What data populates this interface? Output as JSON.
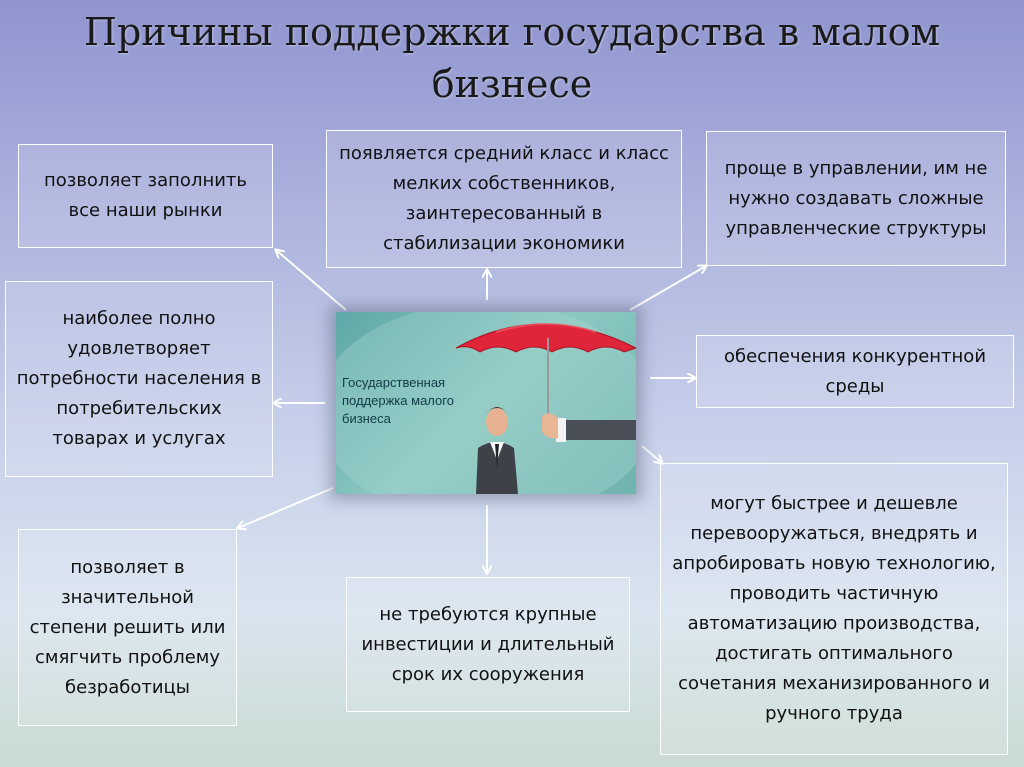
{
  "title": "Причины поддержки государства в малом бизнесе",
  "center_image": {
    "caption": "Государственная поддержка малого бизнеса",
    "umbrella_color": "#e0243a"
  },
  "boxes": {
    "fill_markets": "позволяет заполнить все наши рынки",
    "middle_class": "появляется средний класс и класс мелких собственников, заинтересованный в стабилизации экономики",
    "easier_management": "проще в управлении, им не нужно создавать сложные управленческие структуры",
    "meets_needs": "наиболее полно удовлетворяет потребности населения в потребительских товарах и услугах",
    "competition": "обеспечения конкурентной среды",
    "unemployment": "позволяет в значительной степени решить или смягчить проблему безработицы",
    "no_investment": "не требуются крупные инвестиции и длительный срок их сооружения",
    "rearm": "могут быстрее и дешевле перевооружаться, внедрять и апробировать новую технологию, проводить частичную автоматизацию производства, достигать оптимального сочетания механизированного и ручного труда"
  },
  "colors": {
    "background_top": "#8f94cf",
    "background_bottom": "#d9e4ef",
    "arrow": "#ffffff"
  }
}
